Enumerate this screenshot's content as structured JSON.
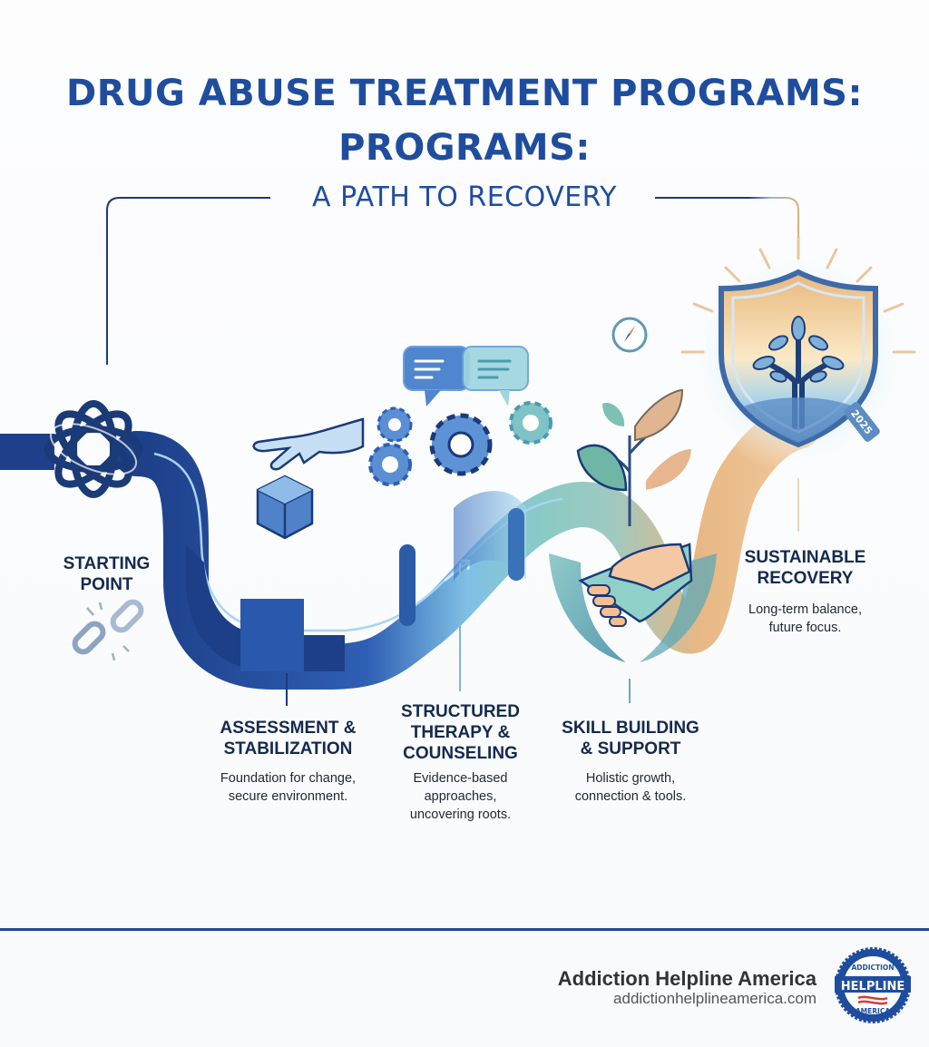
{
  "header": {
    "title_line1": "DRUG ABUSE TREATMENT PROGRAMS:",
    "title_line2": "PROGRAMS:",
    "subtitle": "A PATH TO RECOVERY"
  },
  "stages": [
    {
      "id": "starting-point",
      "title_line1": "STARTING",
      "title_line2": "POINT",
      "description": "",
      "icon": "broken-chain-icon"
    },
    {
      "id": "assessment",
      "title_line1": "ASSESSMENT &",
      "title_line2": "STABILIZATION",
      "desc_line1": "Foundation for change,",
      "desc_line2": "secure environment.",
      "icon": "hand-cube-icon"
    },
    {
      "id": "therapy",
      "title_line1": "STRUCTURED",
      "title_line2": "THERAPY &",
      "title_line3": "COUNSELING",
      "desc_line1": "Evidence-based",
      "desc_line2": "approaches,",
      "desc_line3": "uncovering roots.",
      "icon": "gears-speech-icon"
    },
    {
      "id": "skills",
      "title_line1": "SKILL BUILDING",
      "title_line2": "& SUPPORT",
      "desc_line1": "Holistic growth,",
      "desc_line2": "connection & tools.",
      "icon": "handshake-sprout-icon"
    },
    {
      "id": "sustainable",
      "title_line1": "SUSTAINABLE",
      "title_line2": "RECOVERY",
      "desc_line1": "Long-term balance,",
      "desc_line2": "future focus.",
      "icon": "shield-tree-icon"
    }
  ],
  "badge": {
    "year": "2025"
  },
  "footer": {
    "org_name": "Addiction Helpline America",
    "url": "addictionhelplineamerica.com",
    "logo_top": "ADDICTION",
    "logo_mid": "HELPLINE",
    "logo_bottom": "AMERICA"
  },
  "colors": {
    "title_blue": "#1f4d9e",
    "dark_navy": "#1a3a78",
    "path_blue": "#2f5fb3",
    "teal": "#6fb3b0",
    "peach": "#e7b885",
    "footer_rule": "#24479a"
  }
}
